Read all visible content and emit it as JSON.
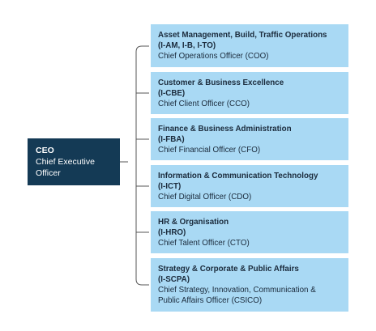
{
  "ceo": {
    "title": "CEO",
    "role_line1": "Chief Executive",
    "role_line2": "Officer"
  },
  "units": [
    {
      "name": "Asset Management, Build, Traffic Operations",
      "code": "(I-AM, I-B, I-TO)",
      "officer": "Chief Operations Officer (COO)"
    },
    {
      "name": "Customer & Business Excellence",
      "code": "(I-CBE)",
      "officer": "Chief Client Officer (CCO)"
    },
    {
      "name": "Finance & Business Administration",
      "code": "(I-FBA)",
      "officer": "Chief Financial Officer (CFO)"
    },
    {
      "name": "Information & Communication Technology",
      "code": "(I-ICT)",
      "officer": "Chief Digital Officer (CDO)"
    },
    {
      "name": "HR & Organisation",
      "code": "(I-HRO)",
      "officer": "Chief Talent Officer (CTO)"
    },
    {
      "name": "Strategy & Corporate & Public Affairs",
      "code": "(I-SCPA)",
      "officer_line1": "Chief Strategy, Innovation, Communication &",
      "officer_line2": "Public Affairs Officer (CSICO)"
    }
  ],
  "colors": {
    "ceo_box": "#143a55",
    "unit_box": "#a9d9f4",
    "connector": "#555555"
  }
}
